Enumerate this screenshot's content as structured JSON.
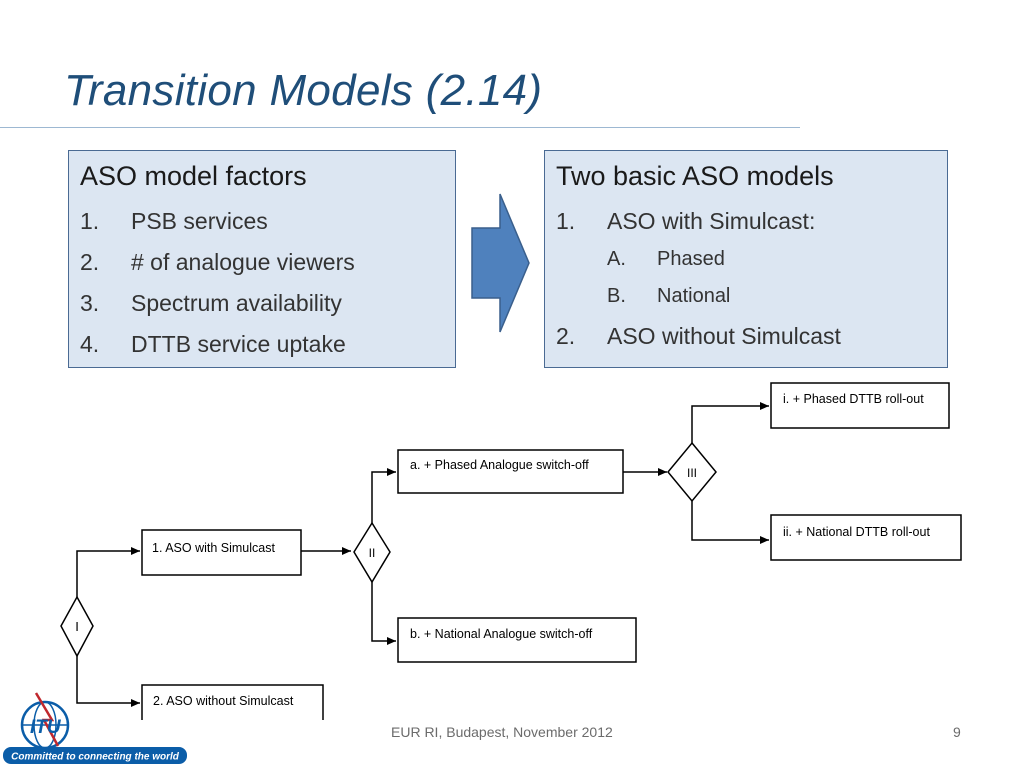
{
  "slide": {
    "title": "Transition Models (2.14)",
    "footer": "EUR RI, Budapest,  November 2012",
    "page_number": "9"
  },
  "left_box": {
    "heading": "ASO model factors",
    "items": [
      {
        "num": "1.",
        "text": "PSB services"
      },
      {
        "num": "2.",
        "text": "# of analogue viewers"
      },
      {
        "num": "3.",
        "text": "Spectrum availability"
      },
      {
        "num": "4.",
        "text": "DTTB service uptake"
      }
    ]
  },
  "right_box": {
    "heading": "Two basic ASO models",
    "items": [
      {
        "num": "1.",
        "text": "ASO with Simulcast:"
      },
      {
        "num": "A.",
        "text": "Phased"
      },
      {
        "num": "B.",
        "text": "National"
      },
      {
        "num": "2.",
        "text": "ASO without Simulcast"
      }
    ]
  },
  "flow": {
    "decision_1": "I",
    "decision_2": "II",
    "decision_3": "III",
    "node_aso_simulcast": "1. ASO with Simulcast",
    "node_aso_no_simulcast": "2. ASO without Simulcast",
    "node_phased_switchoff": "a. + Phased Analogue switch-off",
    "node_national_switchoff": "b. + National Analogue switch-off",
    "node_phased_rollout": "i. + Phased DTTB roll-out",
    "node_national_rollout": "ii. + National DTTB roll-out"
  },
  "logo": {
    "text": "ITU",
    "tagline": "Committed to connecting the world"
  },
  "colors": {
    "title": "#1F4E79",
    "box_fill": "#DCE6F2",
    "box_border": "#4A6A93",
    "arrow_fill": "#4F81BD",
    "logo_blue": "#0B5DA8"
  }
}
